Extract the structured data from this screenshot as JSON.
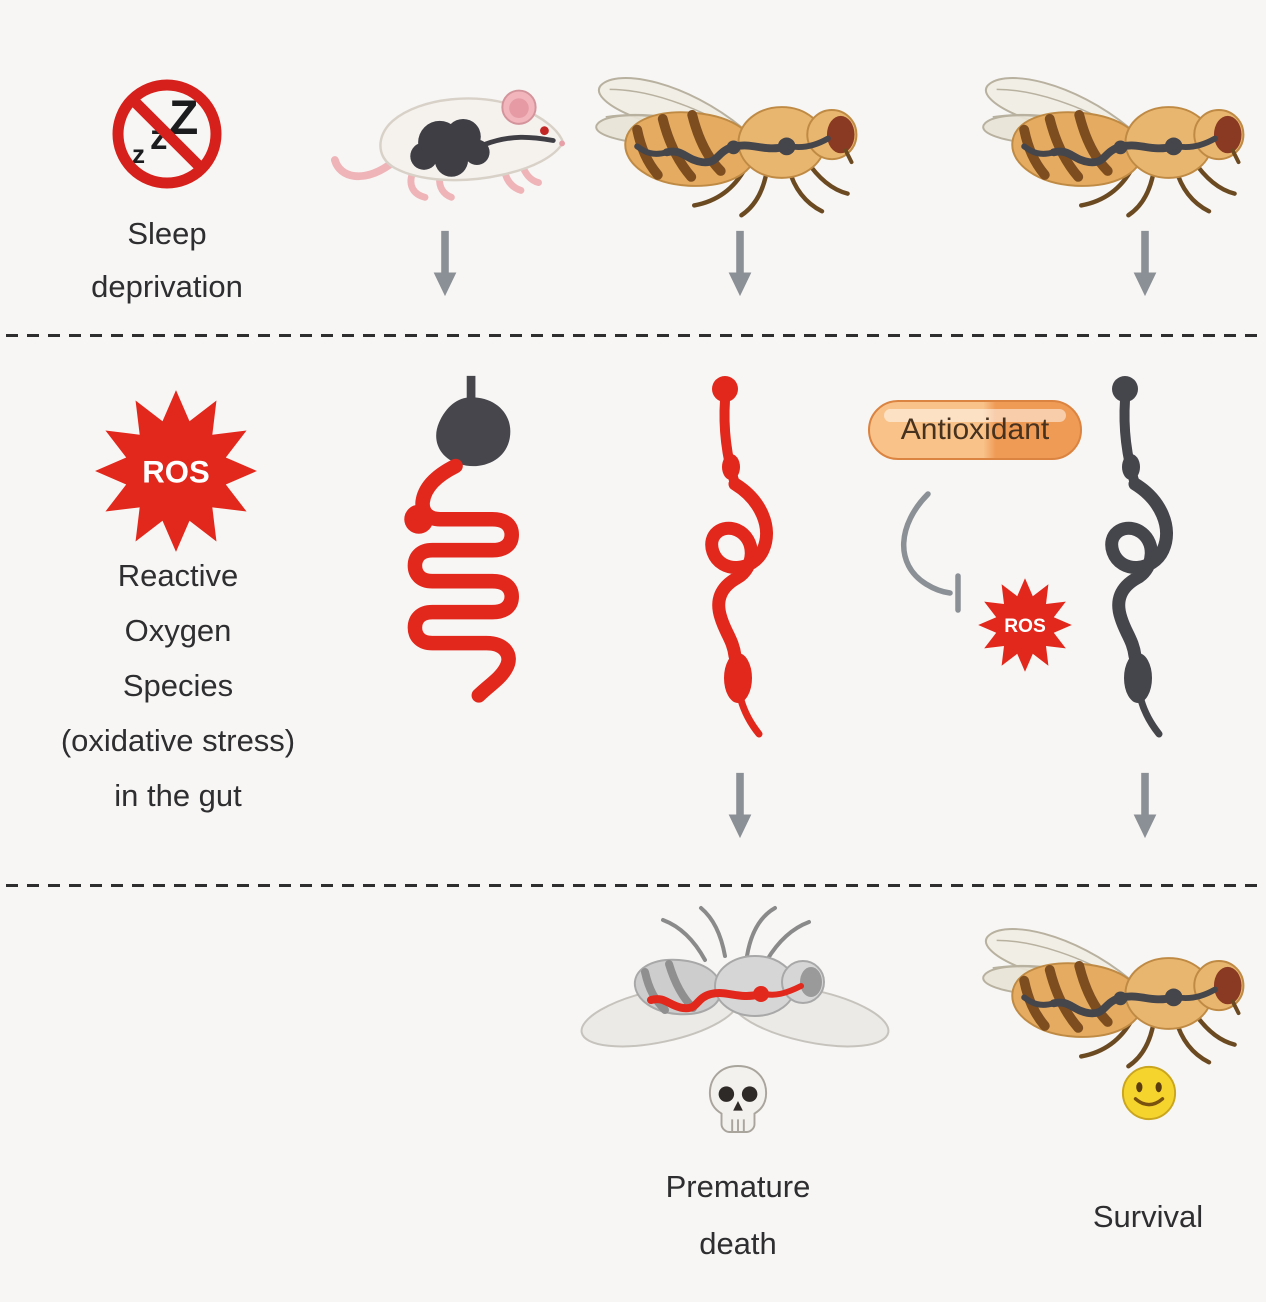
{
  "colors": {
    "red": "#e2281c",
    "dark": "#45454c",
    "arrow": "#8b9096",
    "ink": "#2e2e30",
    "pill1": "#f8c289",
    "pill2": "#ef9a55",
    "pill-border": "#db8340",
    "smiley": "#f6d42e",
    "bg": "#f7f6f4"
  },
  "icons": {
    "no_sleep": "prohibition-sign-over-zzz",
    "ros_star": "red-starburst",
    "down_arrow": "gray-down-arrow",
    "inhibition_arrow": "curved-blunt-inhibition-arrow",
    "skull": "skull",
    "smiley": "smiling-face"
  },
  "top": {
    "zzz": [
      "z",
      "z",
      "Z"
    ],
    "sleep_label": [
      "Sleep",
      "deprivation"
    ]
  },
  "middle": {
    "ros_big_label": "ROS",
    "ros_caption": [
      "Reactive",
      "Oxygen",
      "Species",
      "(oxidative stress)",
      "in the gut"
    ],
    "antioxidant_label": "Antioxidant",
    "ros_small_label": "ROS"
  },
  "bottom": {
    "death_label": [
      "Premature",
      "death"
    ],
    "survival_label": "Survival"
  }
}
